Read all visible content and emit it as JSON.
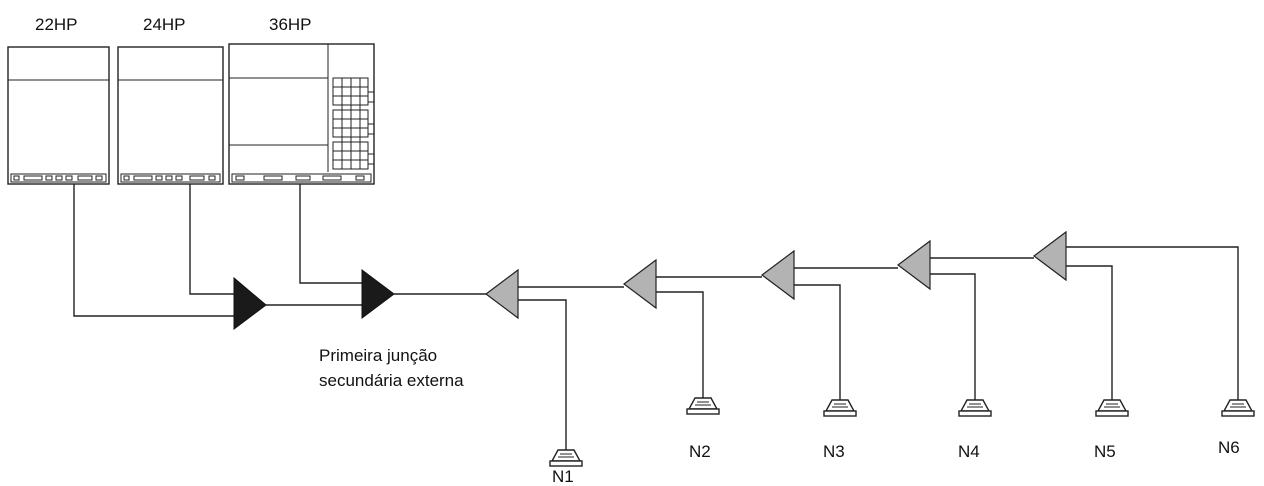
{
  "outdoor_units": [
    {
      "label": "22HP"
    },
    {
      "label": "24HP"
    },
    {
      "label": "36HP"
    }
  ],
  "joint_caption": {
    "line1": "Primeira junção",
    "line2": "secundária externa"
  },
  "indoor_units": [
    {
      "label": "N1"
    },
    {
      "label": "N2"
    },
    {
      "label": "N3"
    },
    {
      "label": "N4"
    },
    {
      "label": "N5"
    },
    {
      "label": "N6"
    }
  ],
  "colors": {
    "outdoor_joint": "#1a1a1a",
    "indoor_joint": "#b3b3b3",
    "line": "#222222"
  }
}
